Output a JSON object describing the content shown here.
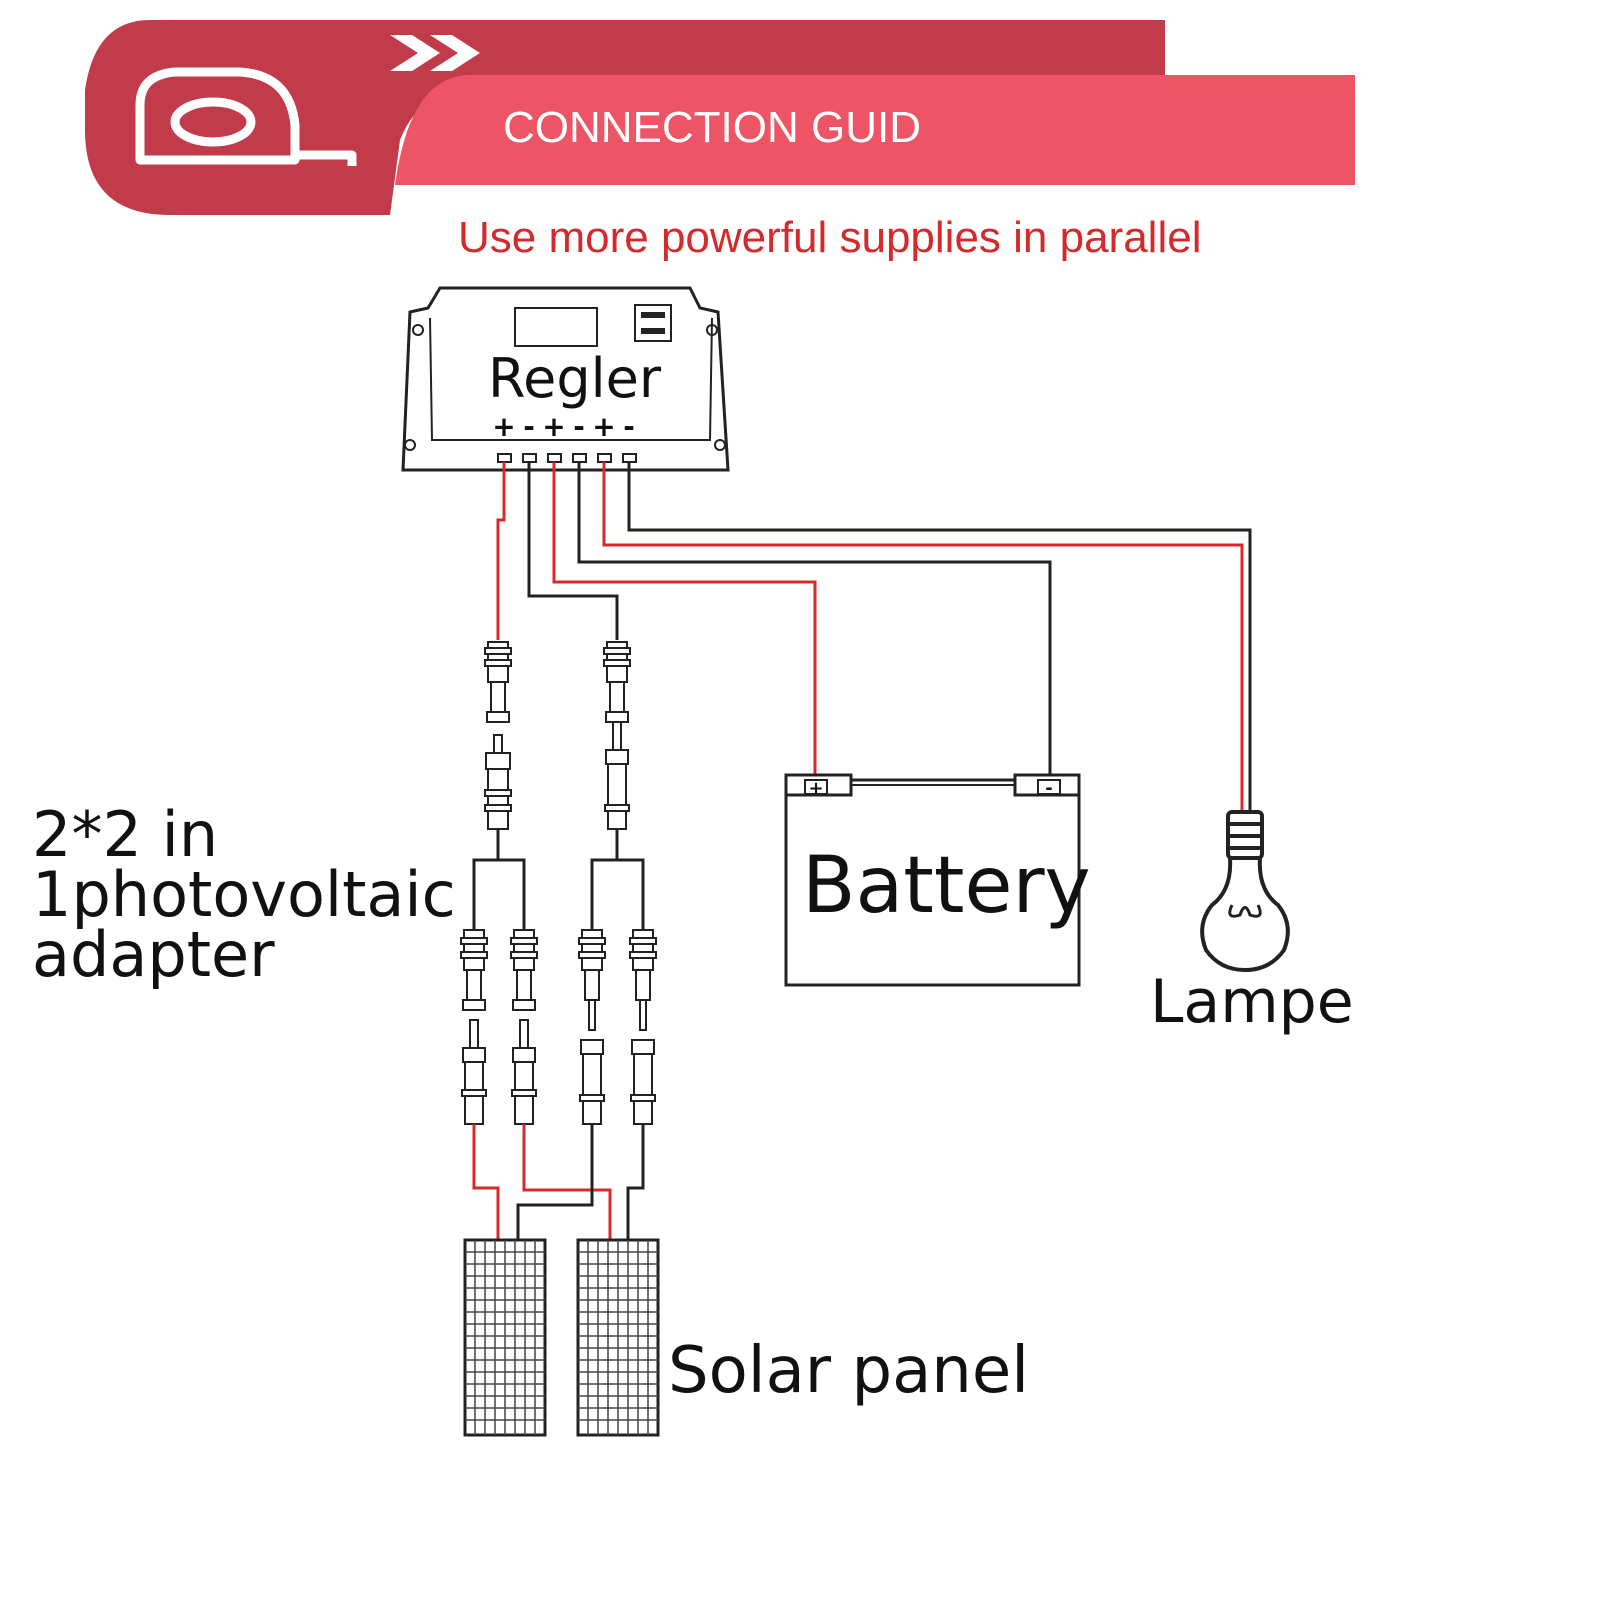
{
  "header": {
    "title": "CONNECTION GUID",
    "subtitle": "Use more powerful supplies in parallel",
    "accent_dark": "#c23b4a",
    "accent_light": "#ed5566",
    "icons": [
      "tape-measure-icon",
      "double-chevron-right-icon"
    ]
  },
  "controller": {
    "label": "Regler",
    "terminal_signs": [
      "+",
      "-",
      "+",
      "-",
      "+",
      "-"
    ]
  },
  "adapter": {
    "label_lines": [
      "2*2 in",
      "1photovoltaic",
      "adapter"
    ]
  },
  "battery": {
    "label": "Battery",
    "plus": "+",
    "minus": "-"
  },
  "lamp": {
    "label": "Lampe"
  },
  "solar": {
    "label": "Solar panel"
  },
  "colors": {
    "positive_wire": "#d42a2a",
    "negative_wire": "#222222"
  }
}
